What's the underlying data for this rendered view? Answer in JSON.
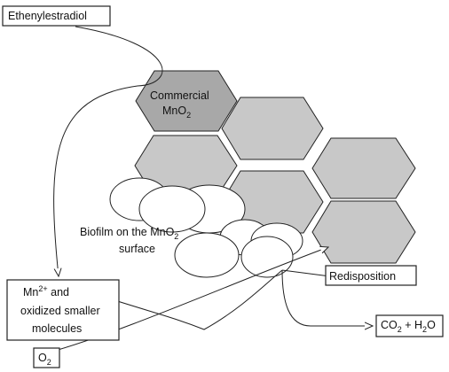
{
  "labels": {
    "source": "Ethenylestradiol",
    "commercial_line1": "Commercial",
    "commercial_line2": "MnO",
    "commercial_sub": "2",
    "biofilm_line1": "Biofilm on the MnO",
    "biofilm_sub": "2",
    "biofilm_line2": "surface",
    "products_sup_base": "Mn",
    "products_sup": "2+",
    "products_line1_rest": " and",
    "products_line2": "oxidized smaller",
    "products_line3": "molecules",
    "oxygen": "O",
    "oxygen_sub": "2",
    "redisposition": "Redisposition",
    "final_co": "CO",
    "final_co_sub": "2",
    "final_plus": " + H",
    "final_h_sub": "2",
    "final_o": "O"
  },
  "colors": {
    "hexagon_fill": "#c8c8c8",
    "hexagon_dark_fill": "#a8a8a8",
    "stroke": "#222222",
    "cell_fill": "#ffffff"
  }
}
